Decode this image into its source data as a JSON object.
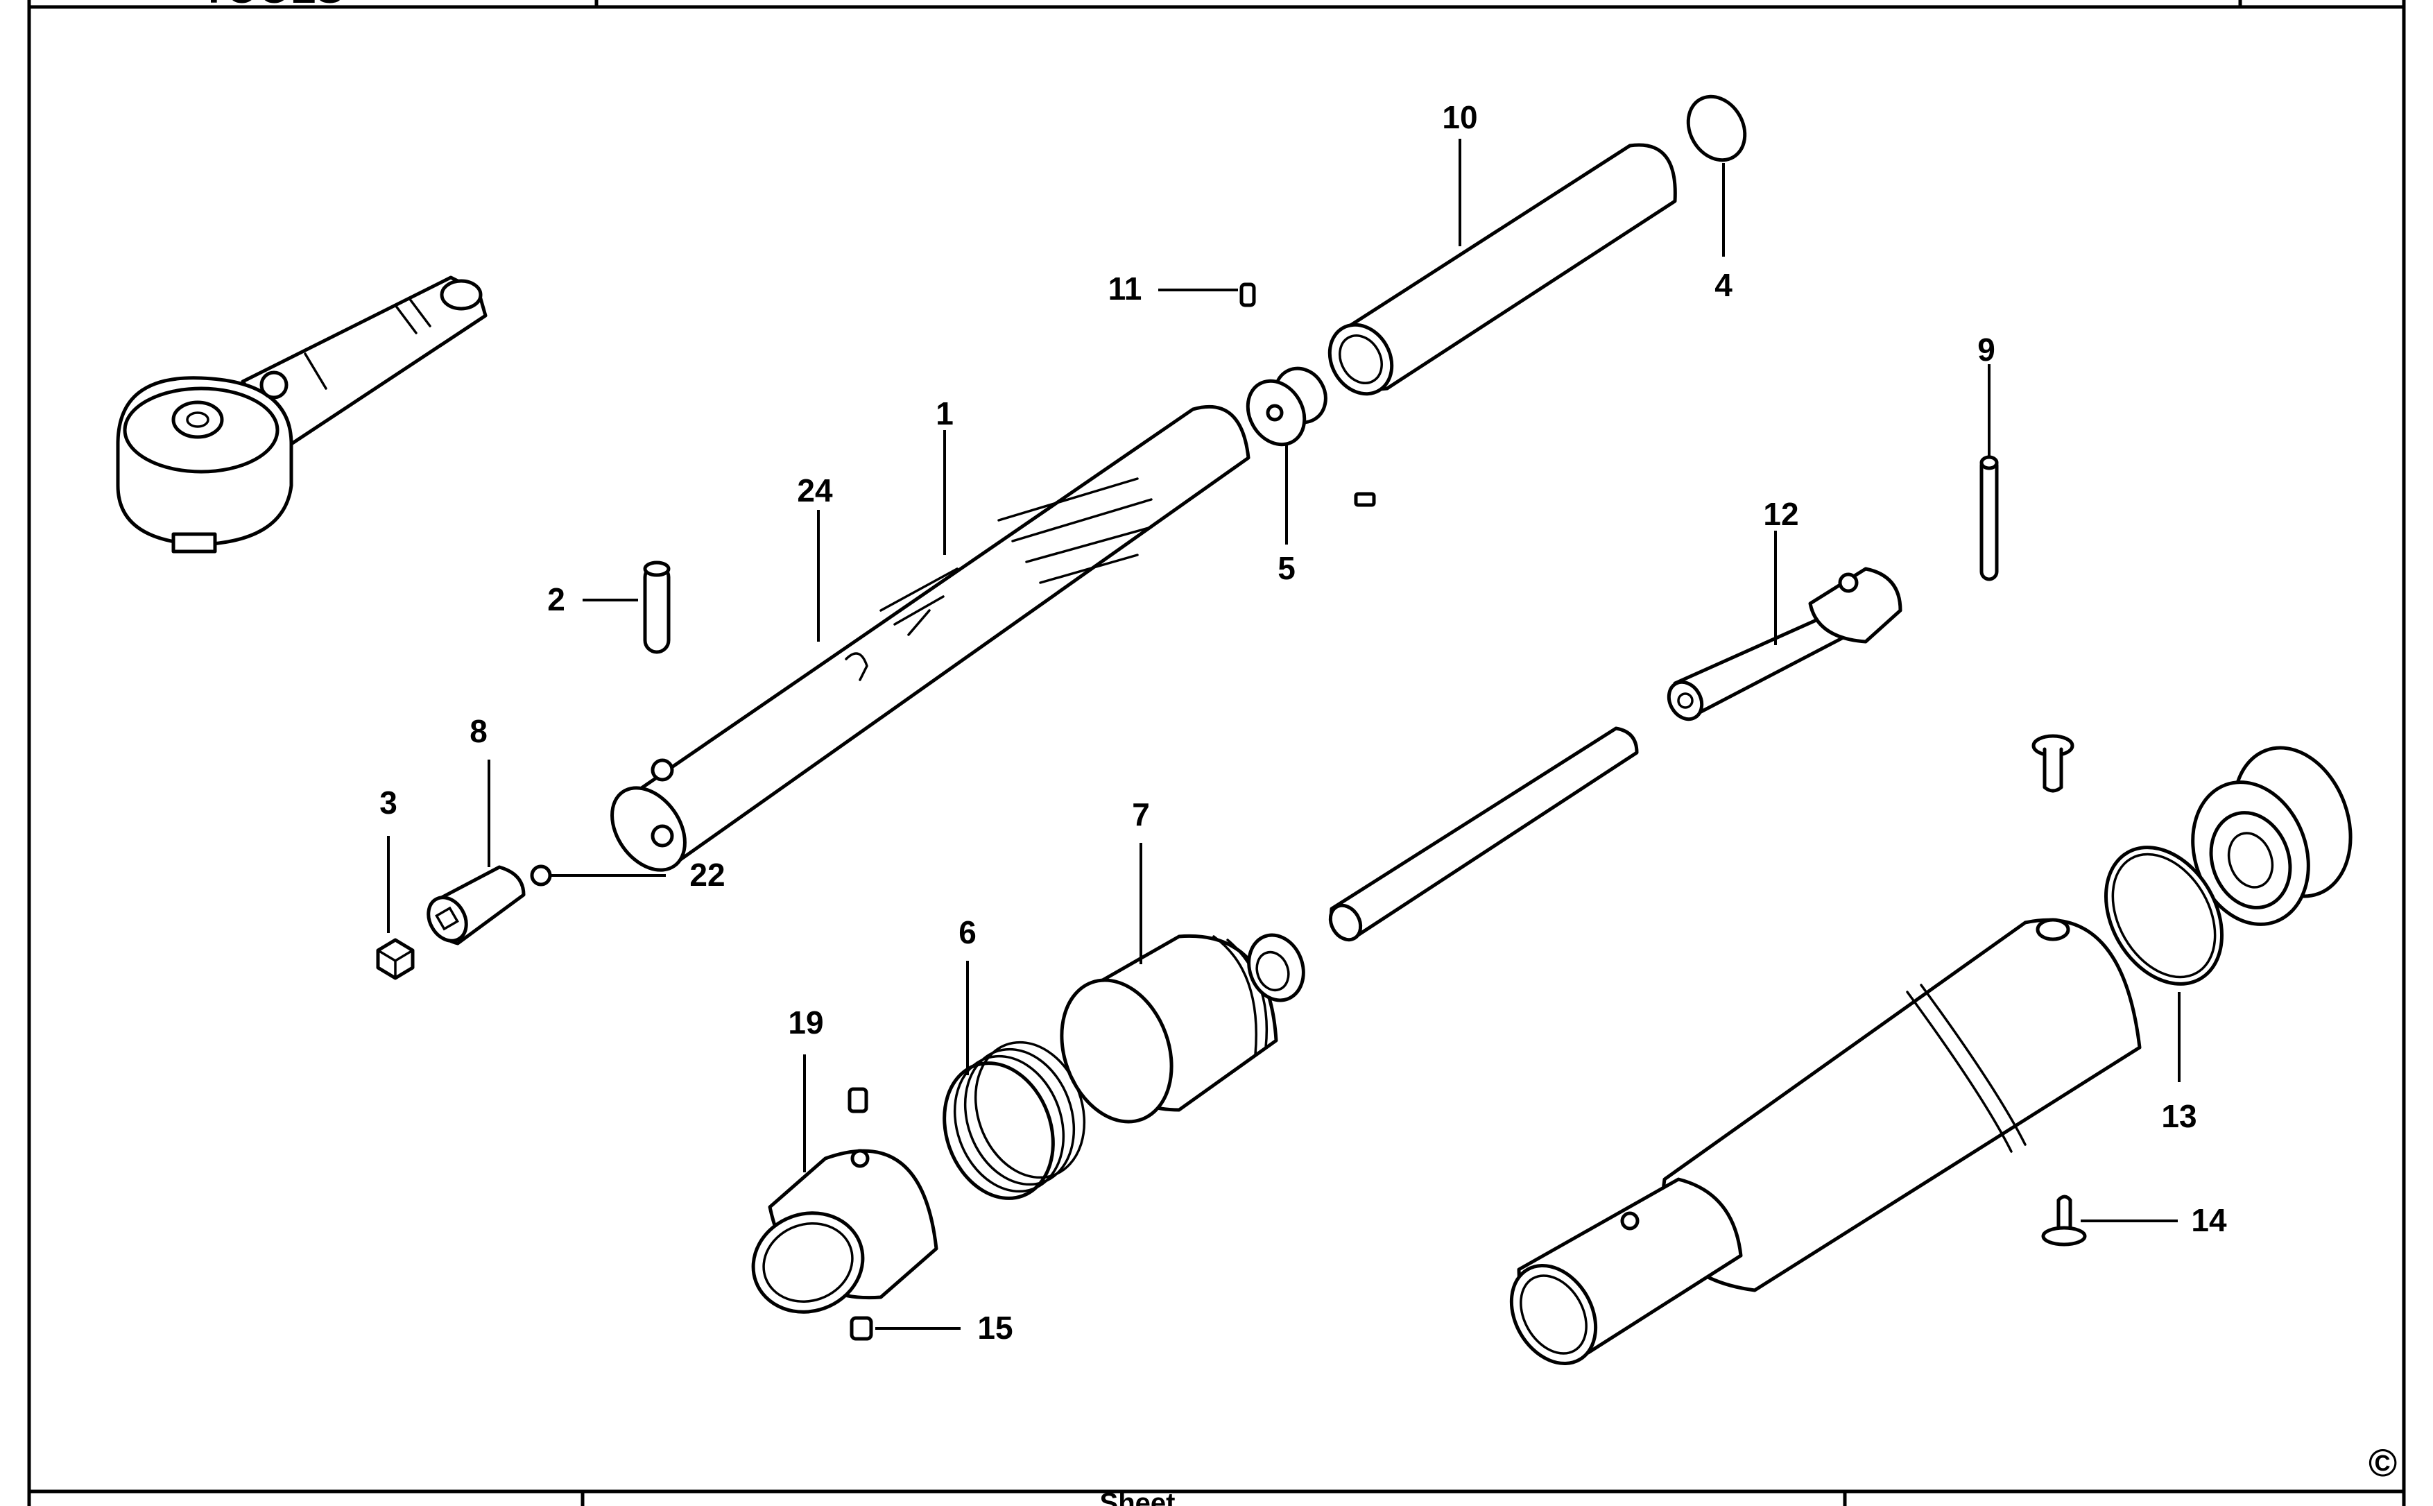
{
  "header": {
    "logo_text": "TOOLS"
  },
  "footer": {
    "center_text": "Sheet"
  },
  "copyright_symbol": "©",
  "callouts": [
    {
      "id": "c1",
      "text": "1"
    },
    {
      "id": "c2",
      "text": "2"
    },
    {
      "id": "c3",
      "text": "3"
    },
    {
      "id": "c4",
      "text": "4"
    },
    {
      "id": "c5",
      "text": "5"
    },
    {
      "id": "c6",
      "text": "6"
    },
    {
      "id": "c7",
      "text": "7"
    },
    {
      "id": "c8",
      "text": "8"
    },
    {
      "id": "c9",
      "text": "9"
    },
    {
      "id": "c10",
      "text": "10"
    },
    {
      "id": "c11",
      "text": "11"
    },
    {
      "id": "c12",
      "text": "12"
    },
    {
      "id": "c13",
      "text": "13"
    },
    {
      "id": "c14",
      "text": "14"
    },
    {
      "id": "c15",
      "text": "15"
    },
    {
      "id": "c19",
      "text": "19"
    },
    {
      "id": "c22",
      "text": "22"
    },
    {
      "id": "c24",
      "text": "24"
    }
  ]
}
